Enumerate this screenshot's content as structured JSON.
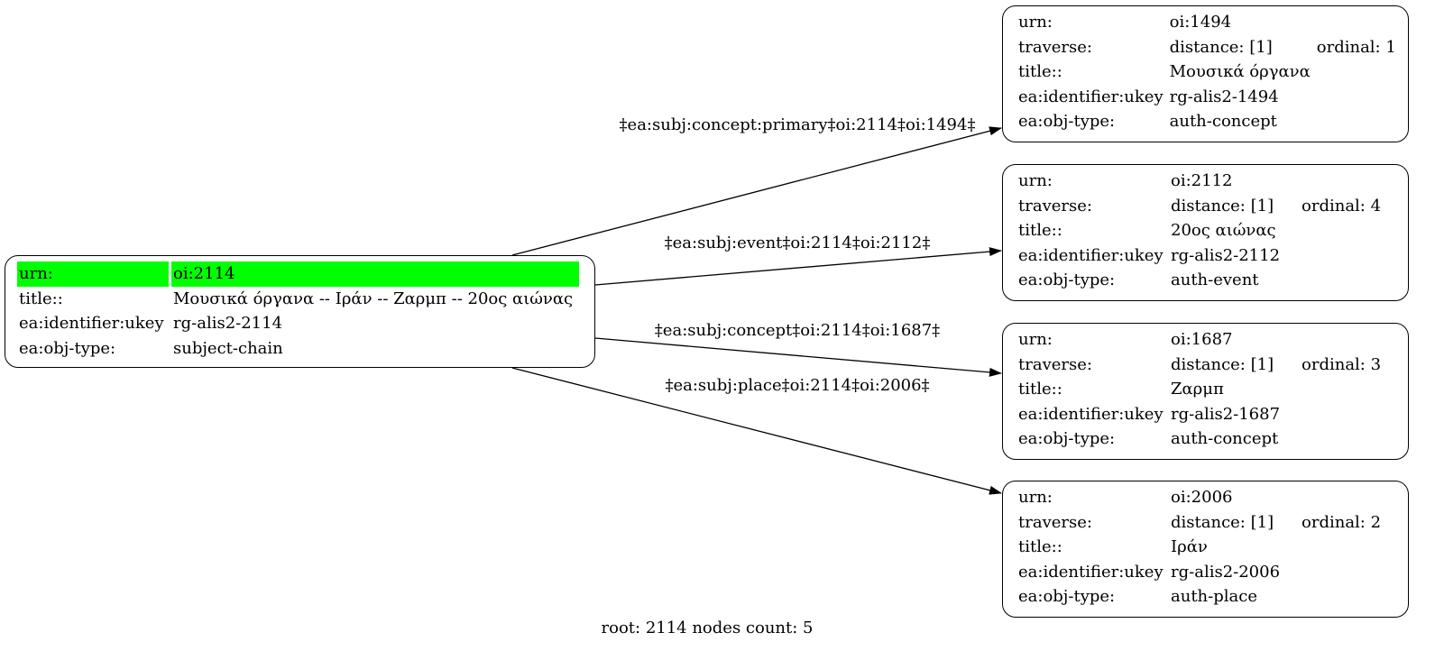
{
  "root": {
    "rows": [
      {
        "key": "urn:",
        "value": "oi:2114"
      },
      {
        "key": "title::",
        "value": "Μουσικά όργανα -- Ιράν -- Ζαρμπ -- 20ος αιώνας"
      },
      {
        "key": "ea:identifier:ukey",
        "value": "rg-alis2-2114"
      },
      {
        "key": "ea:obj-type:",
        "value": "subject-chain"
      }
    ],
    "highlight_color": "#00ff00"
  },
  "nodes": [
    {
      "urn_key": "urn:",
      "urn": "oi:1494",
      "traverse_key": "traverse:",
      "distance": "distance: [1]",
      "ordinal": "ordinal: 1",
      "title_key": "title::",
      "title": "Μουσικά όργανα",
      "ukey_key": "ea:identifier:ukey",
      "ukey": "rg-alis2-1494",
      "type_key": "ea:obj-type:",
      "type": "auth-concept",
      "edge_label": "‡ea:subj:concept:primary‡oi:2114‡oi:1494‡"
    },
    {
      "urn_key": "urn:",
      "urn": "oi:2112",
      "traverse_key": "traverse:",
      "distance": "distance: [1]",
      "ordinal": "ordinal: 4",
      "title_key": "title::",
      "title": "20ος αιώνας",
      "ukey_key": "ea:identifier:ukey",
      "ukey": "rg-alis2-2112",
      "type_key": "ea:obj-type:",
      "type": "auth-event",
      "edge_label": "‡ea:subj:event‡oi:2114‡oi:2112‡"
    },
    {
      "urn_key": "urn:",
      "urn": "oi:1687",
      "traverse_key": "traverse:",
      "distance": "distance: [1]",
      "ordinal": "ordinal: 3",
      "title_key": "title::",
      "title": "Ζαρμπ",
      "ukey_key": "ea:identifier:ukey",
      "ukey": "rg-alis2-1687",
      "type_key": "ea:obj-type:",
      "type": "auth-concept",
      "edge_label": "‡ea:subj:concept‡oi:2114‡oi:1687‡"
    },
    {
      "urn_key": "urn:",
      "urn": "oi:2006",
      "traverse_key": "traverse:",
      "distance": "distance: [1]",
      "ordinal": "ordinal: 2",
      "title_key": "title::",
      "title": "Ιράν",
      "ukey_key": "ea:identifier:ukey",
      "ukey": "rg-alis2-2006",
      "type_key": "ea:obj-type:",
      "type": "auth-place",
      "edge_label": "‡ea:subj:place‡oi:2114‡oi:2006‡"
    }
  ],
  "footer": "root: 2114 nodes count: 5"
}
